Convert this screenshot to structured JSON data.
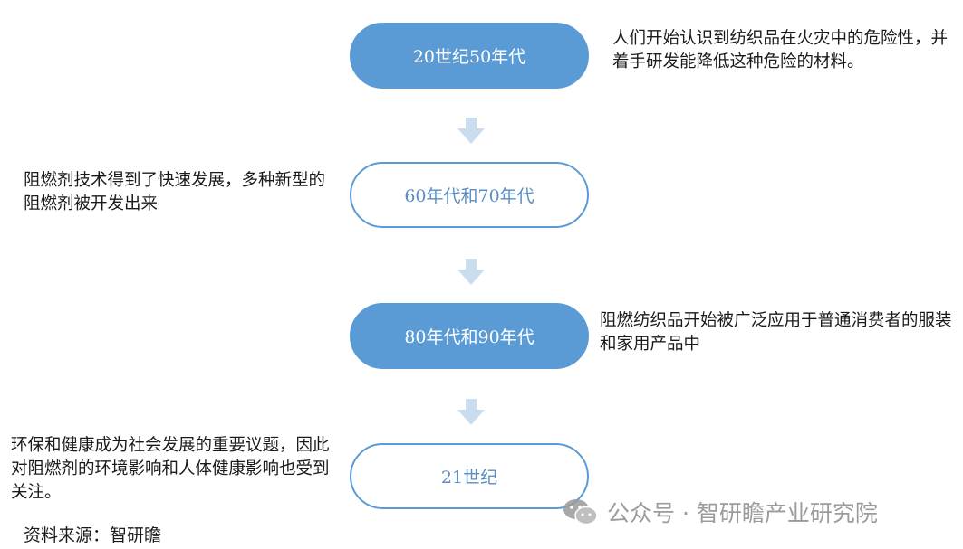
{
  "stages": [
    {
      "label": "20世纪50年代",
      "note": "人们开始认识到纺织品在火灾中的危险性，并着手研发能降低这种危险的材料。"
    },
    {
      "label": "60年代和70年代",
      "note": "阻燃剂技术得到了快速发展，多种新型的阻燃剂被开发出来"
    },
    {
      "label": "80年代和90年代",
      "note": "阻燃纺织品开始被广泛应用于普通消费者的服装和家用产品中"
    },
    {
      "label": "21世纪",
      "note": "环保和健康成为社会发展的重要议题，因此对阻燃剂的环境影响和人体健康影响也受到关注。"
    }
  ],
  "source": "资料来源：智研瞻",
  "watermark": "公众号 · 智研瞻产业研究院",
  "colors": {
    "accent": "#5a9bd5",
    "outline_text": "#5b8ec4",
    "arrow": "#c9ddef"
  }
}
